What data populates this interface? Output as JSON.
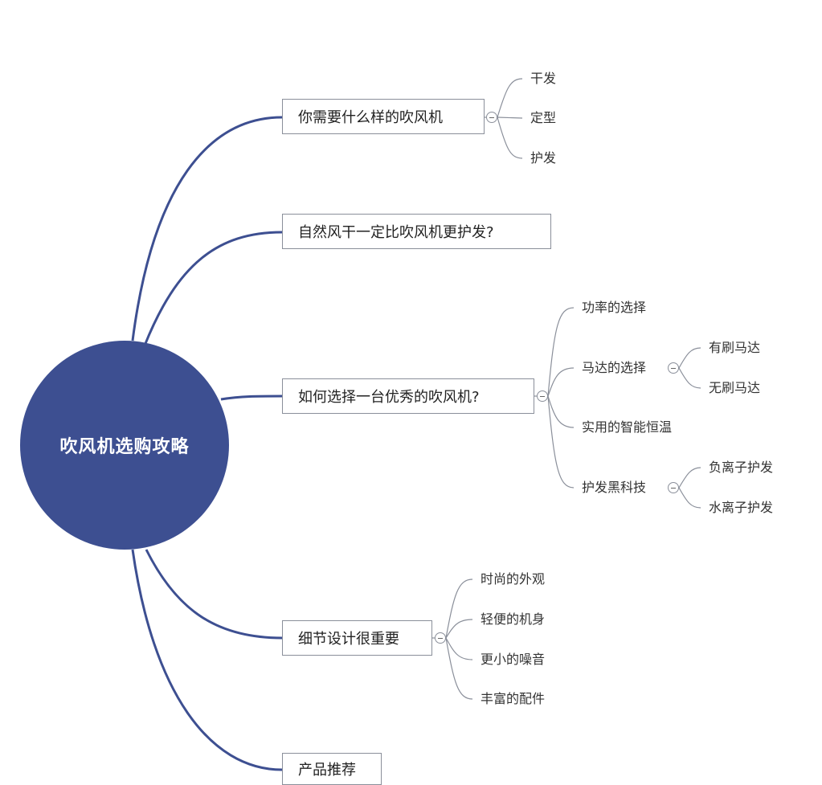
{
  "root": {
    "label": "吹风机选购攻略"
  },
  "branches": [
    {
      "label": "你需要什么样的吹风机",
      "children": [
        "干发",
        "定型",
        "护发"
      ]
    },
    {
      "label": "自然风干一定比吹风机更护发?"
    },
    {
      "label": "如何选择一台优秀的吹风机?",
      "children": [
        "功率的选择",
        "马达的选择",
        "实用的智能恒温",
        "护发黑科技"
      ],
      "sub": {
        "motor": [
          "有刷马达",
          "无刷马达"
        ],
        "tech": [
          "负离子护发",
          "水离子护发"
        ]
      }
    },
    {
      "label": "细节设计很重要",
      "children": [
        "时尚的外观",
        "轻便的机身",
        "更小的噪音",
        "丰富的配件"
      ]
    },
    {
      "label": "产品推荐"
    }
  ],
  "colors": {
    "root_fill": "#3d4f91",
    "main_connector": "#3d4f91",
    "sub_connector": "#8a8f9a"
  },
  "icons": {
    "collapse": "collapse-minus-icon"
  }
}
